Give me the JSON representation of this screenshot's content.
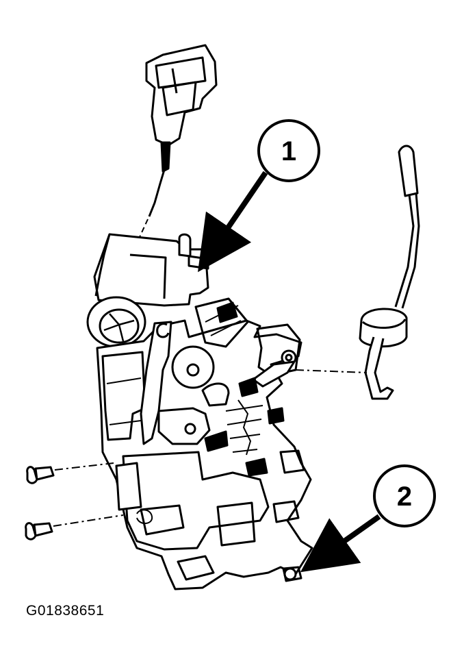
{
  "callouts": [
    {
      "label": "1"
    },
    {
      "label": "2"
    }
  ],
  "figure_id": "G01838651",
  "colors": {
    "ink": "#000000",
    "paper": "#ffffff"
  }
}
